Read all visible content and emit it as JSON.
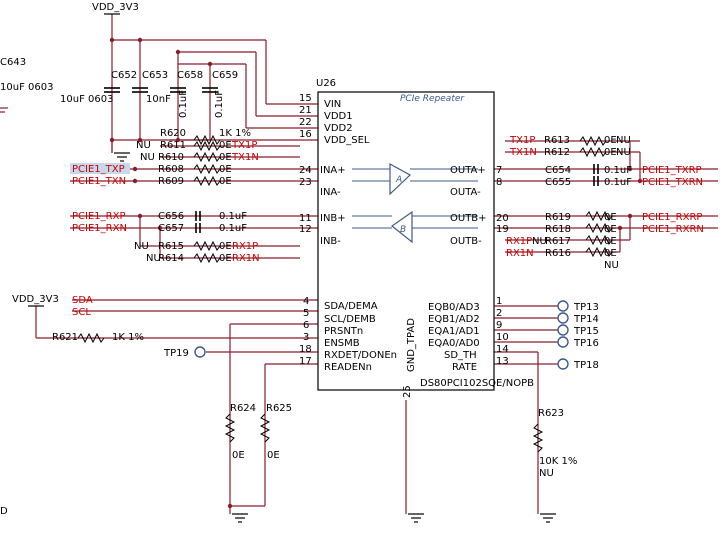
{
  "power": {
    "vdd_top": "VDD_3V3",
    "vdd_left": "VDD_3V3"
  },
  "chip": {
    "refdes": "U26",
    "title": "PCIe Repeater",
    "part": "DS80PCI102SQE/NOPB",
    "gnd_pad": "GND_TPAD",
    "gnd_pin": "25",
    "buf_a": "A",
    "buf_b": "B",
    "left_pins": [
      {
        "num": "15",
        "name": "VIN"
      },
      {
        "num": "21",
        "name": "VDD1"
      },
      {
        "num": "22",
        "name": "VDD2"
      },
      {
        "num": "16",
        "name": "VDD_SEL"
      },
      {
        "num": "24",
        "name": "INA+"
      },
      {
        "num": "23",
        "name": "INA-"
      },
      {
        "num": "11",
        "name": "INB+"
      },
      {
        "num": "12",
        "name": "INB-"
      },
      {
        "num": "4",
        "name": "SDA/DEMA"
      },
      {
        "num": "5",
        "name": "SCL/DEMB"
      },
      {
        "num": "6",
        "name": "PRSNTn"
      },
      {
        "num": "3",
        "name": "ENSMB"
      },
      {
        "num": "18",
        "name": "RXDET/DONEn"
      },
      {
        "num": "17",
        "name": "READENn"
      }
    ],
    "right_pins": [
      {
        "num": "7",
        "name": "OUTA+"
      },
      {
        "num": "8",
        "name": "OUTA-"
      },
      {
        "num": "20",
        "name": "OUTB+"
      },
      {
        "num": "19",
        "name": "OUTB-"
      },
      {
        "num": "1",
        "name": "EQB0/AD3"
      },
      {
        "num": "2",
        "name": "EQB1/AD2"
      },
      {
        "num": "9",
        "name": "EQA1/AD1"
      },
      {
        "num": "10",
        "name": "EQA0/AD0"
      },
      {
        "num": "14",
        "name": "SD_TH"
      },
      {
        "num": "13",
        "name": "RATE"
      }
    ]
  },
  "caps": {
    "c643": {
      "ref": "C643",
      "val": "10uF 0603"
    },
    "c652": {
      "ref": "C652",
      "val": "10uF 0603"
    },
    "c653": {
      "ref": "C653",
      "val": "10nF"
    },
    "c658": {
      "ref": "C658",
      "val": "0.1uF"
    },
    "c659": {
      "ref": "C659",
      "val": "0.1uF"
    },
    "c654": {
      "ref": "C654",
      "val": "0.1uF"
    },
    "c655": {
      "ref": "C655",
      "val": "0.1uF"
    },
    "c656": {
      "ref": "C656",
      "val": "0.1uF"
    },
    "c657": {
      "ref": "C657",
      "val": "0.1uF"
    }
  },
  "resistors": {
    "r620": {
      "ref": "R620",
      "val": "1K 1%"
    },
    "r611": {
      "ref": "R611",
      "val": "0E",
      "nu": "NU"
    },
    "r610": {
      "ref": "R610",
      "val": "0E",
      "nu": "NU"
    },
    "r608": {
      "ref": "R608",
      "val": "0E"
    },
    "r609": {
      "ref": "R609",
      "val": "0E"
    },
    "r613": {
      "ref": "R613",
      "val": "0E",
      "nu": "NU"
    },
    "r612": {
      "ref": "R612",
      "val": "0E",
      "nu": "NU"
    },
    "r619": {
      "ref": "R619",
      "val": "0E"
    },
    "r618": {
      "ref": "R618",
      "val": "0E"
    },
    "r617": {
      "ref": "R617",
      "val": "0E",
      "nu": "NU"
    },
    "r616": {
      "ref": "R616",
      "val": "0E",
      "nu": "NU"
    },
    "r615": {
      "ref": "R615",
      "val": "0E",
      "nu": "NU"
    },
    "r614": {
      "ref": "R614",
      "val": "0E",
      "nu": "NU"
    },
    "r621": {
      "ref": "R621",
      "val": "1K 1%"
    },
    "r624": {
      "ref": "R624",
      "val": "0E"
    },
    "r625": {
      "ref": "R625",
      "val": "0E"
    },
    "r623": {
      "ref": "R623",
      "val": "10K 1%",
      "nu": "NU"
    }
  },
  "nets": {
    "pcie1_txp_in": "PCIE1_TXP",
    "pcie1_txn_in": "PCIE1_TXN",
    "pcie1_rxp_in": "PCIE1_RXP",
    "pcie1_rxn_in": "PCIE1_RXN",
    "pcie1_txrp": "PCIE1_TXRP",
    "pcie1_txrn": "PCIE1_TXRN",
    "pcie1_rxrp": "PCIE1_RXRP",
    "pcie1_rxrn": "PCIE1_RXRN",
    "tx1p": "TX1P",
    "tx1n": "TX1N",
    "rx1p": "RX1P",
    "rx1n": "RX1N",
    "sda": "SDA",
    "scl": "SCL"
  },
  "testpoints": {
    "tp13": "TP13",
    "tp14": "TP14",
    "tp15": "TP15",
    "tp16": "TP16",
    "tp18": "TP18",
    "tp19": "TP19"
  },
  "misc": {
    "edge_d": "D"
  }
}
